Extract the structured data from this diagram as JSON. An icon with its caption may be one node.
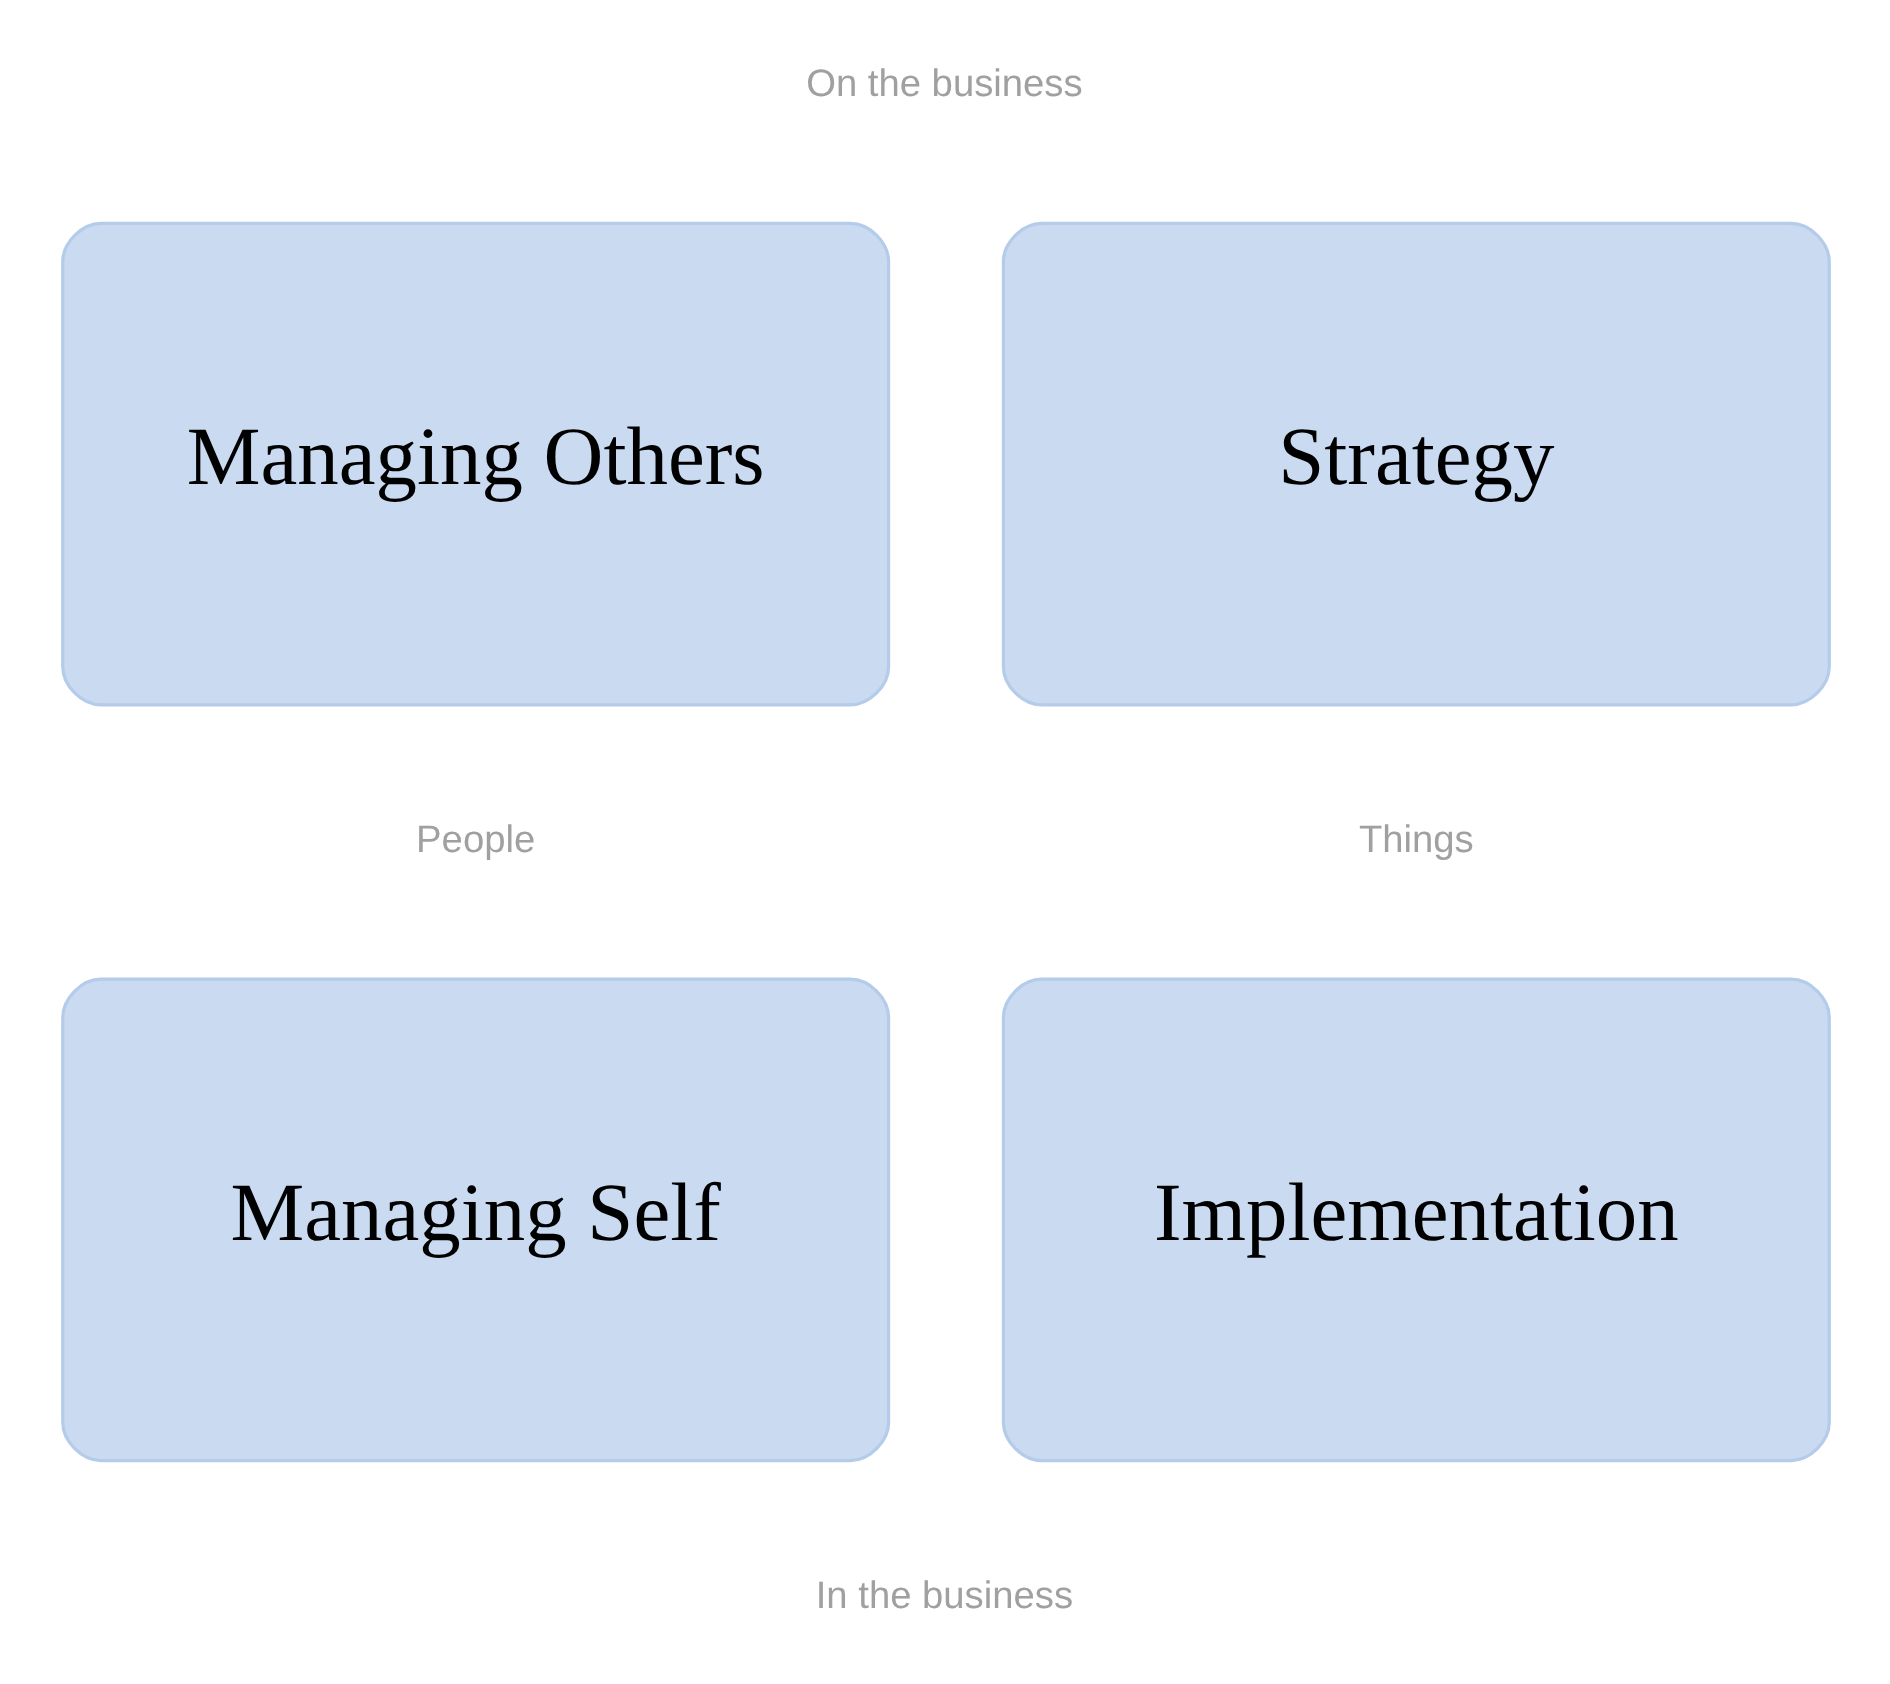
{
  "diagram": {
    "nodes": [
      {
        "text": [
          "Managing Others"
        ]
      },
      {
        "text": [
          "Strategy"
        ]
      },
      {
        "text": [
          "Managing Self"
        ]
      },
      {
        "text": [
          "Implementation"
        ]
      }
    ],
    "labels": [
      "On the business",
      "People",
      "Things",
      "In the business"
    ]
  }
}
